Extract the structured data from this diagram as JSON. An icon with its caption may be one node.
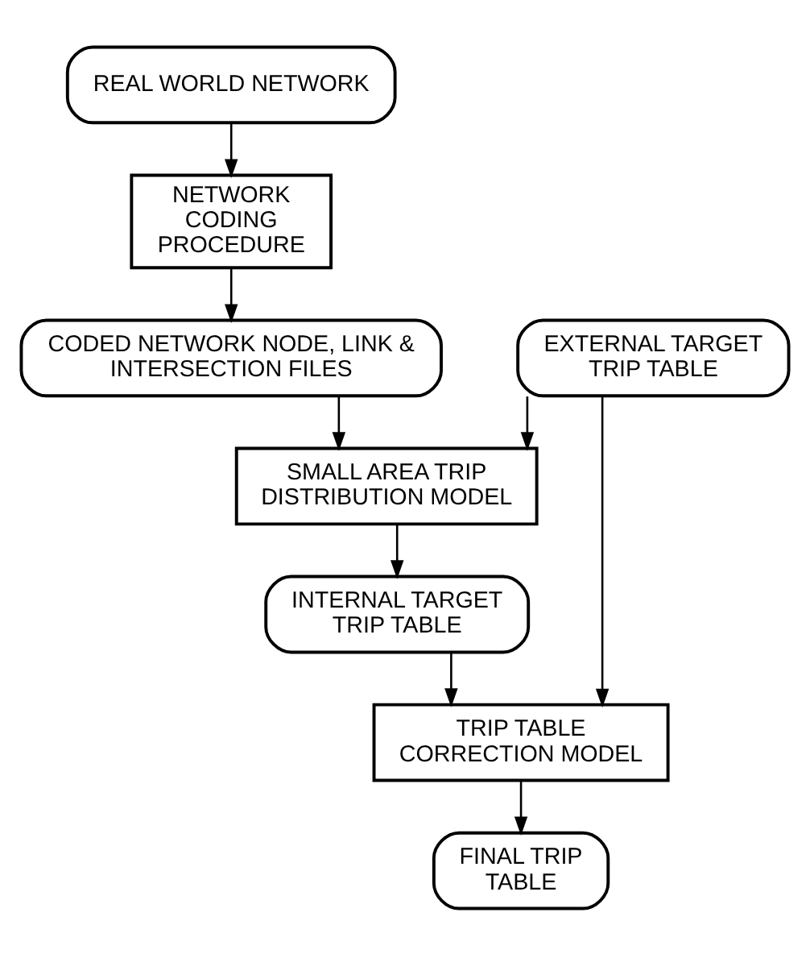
{
  "diagram": {
    "nodes": [
      {
        "text": [
          "REAL WORLD NETWORK"
        ]
      },
      {
        "text": [
          "NETWORK CODING PROCEDURE"
        ]
      },
      {
        "text": [
          "CODED NETWORK NODE, LINK & INTERSECTION FILES"
        ]
      },
      {
        "text": [
          "EXTERNAL TARGET TRIP TABLE"
        ]
      },
      {
        "text": [
          "SMALL AREA TRIP DISTRIBUTION MODEL"
        ]
      },
      {
        "text": [
          "INTERNAL TARGET TRIP TABLE"
        ]
      },
      {
        "text": [
          "TRIP TABLE CORRECTION MODEL"
        ]
      },
      {
        "text": [
          "FINAL TRIP TABLE"
        ]
      }
    ],
    "edges": [
      {
        "from": 0,
        "to": 1,
        "arrow": "to"
      },
      {
        "from": 1,
        "to": 2,
        "arrow": "to"
      },
      {
        "from": 2,
        "to": 4,
        "arrow": "to"
      },
      {
        "from": 3,
        "to": 4,
        "arrow": "to"
      },
      {
        "from": 4,
        "to": 5,
        "arrow": "to"
      },
      {
        "from": 3,
        "to": 6,
        "arrow": "to"
      },
      {
        "from": 5,
        "to": 6,
        "arrow": "to"
      },
      {
        "from": 6,
        "to": 7,
        "arrow": "to"
      }
    ]
  }
}
